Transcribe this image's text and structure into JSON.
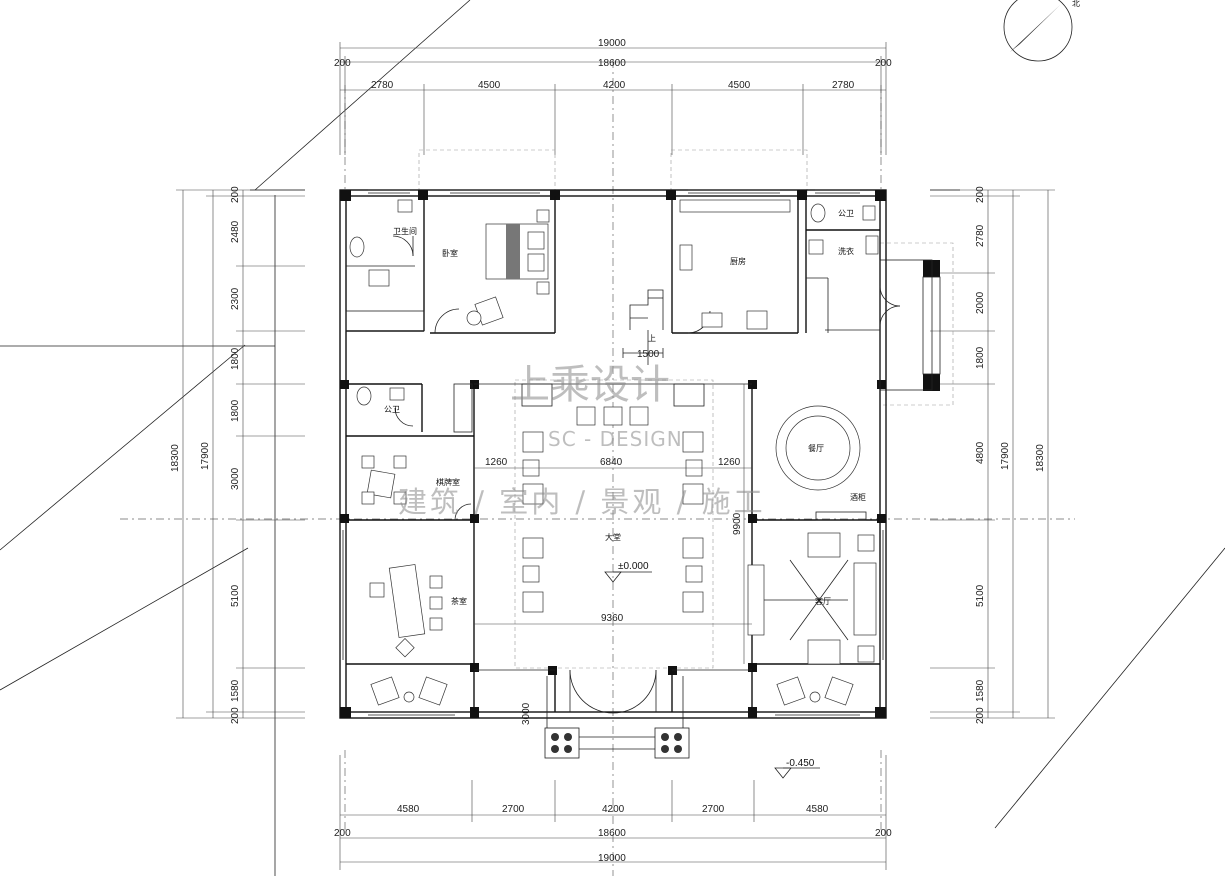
{
  "dimensions": {
    "top": {
      "overall": "19000",
      "axis": "18600",
      "edge_left": "200",
      "edge_right": "200",
      "bays": [
        "2780",
        "4500",
        "4200",
        "4500",
        "2780"
      ]
    },
    "bottom": {
      "overall": "19000",
      "axis": "18600",
      "edge_left": "200",
      "edge_right": "200",
      "bays": [
        "4580",
        "2700",
        "4200",
        "2700",
        "4580"
      ],
      "porch": "3000"
    },
    "left": {
      "overall": "18300",
      "axis": "17900",
      "edge_top": "200",
      "edge_bottom": "200",
      "bays": [
        "2480",
        "2300",
        "1800",
        "1800",
        "3000",
        "5100",
        "1580"
      ]
    },
    "right": {
      "overall": "18300",
      "axis": "17900",
      "edge_top": "200",
      "edge_bottom": "200",
      "bays": [
        "2780",
        "2000",
        "1800",
        "4800",
        "5100",
        "1580"
      ]
    },
    "interior": {
      "stair_width": "1500",
      "side_left": "1260",
      "hall_width": "6840",
      "side_right": "1260",
      "hall_depth": "9900",
      "hall_bottom": "9360"
    }
  },
  "rooms": {
    "bathroom": "卫生间",
    "bedroom": "卧室",
    "kitchen": "厨房",
    "public_wc_top": "公卫",
    "laundry": "洗衣",
    "public_wc_left": "公卫",
    "chess_room": "棋牌室",
    "tea_room": "茶室",
    "hall": "大堂",
    "dining": "餐厅",
    "wine_cabinet": "酒柜",
    "living": "客厅",
    "stair_up": "上"
  },
  "levels": {
    "floor": "±0.000",
    "outside": "-0.450"
  },
  "compass": {
    "north_label": "北"
  },
  "watermark": {
    "brand": "上乘设计",
    "english": "SC - DESIGN",
    "services": "建筑 / 室内 / 景观 / 施工"
  }
}
